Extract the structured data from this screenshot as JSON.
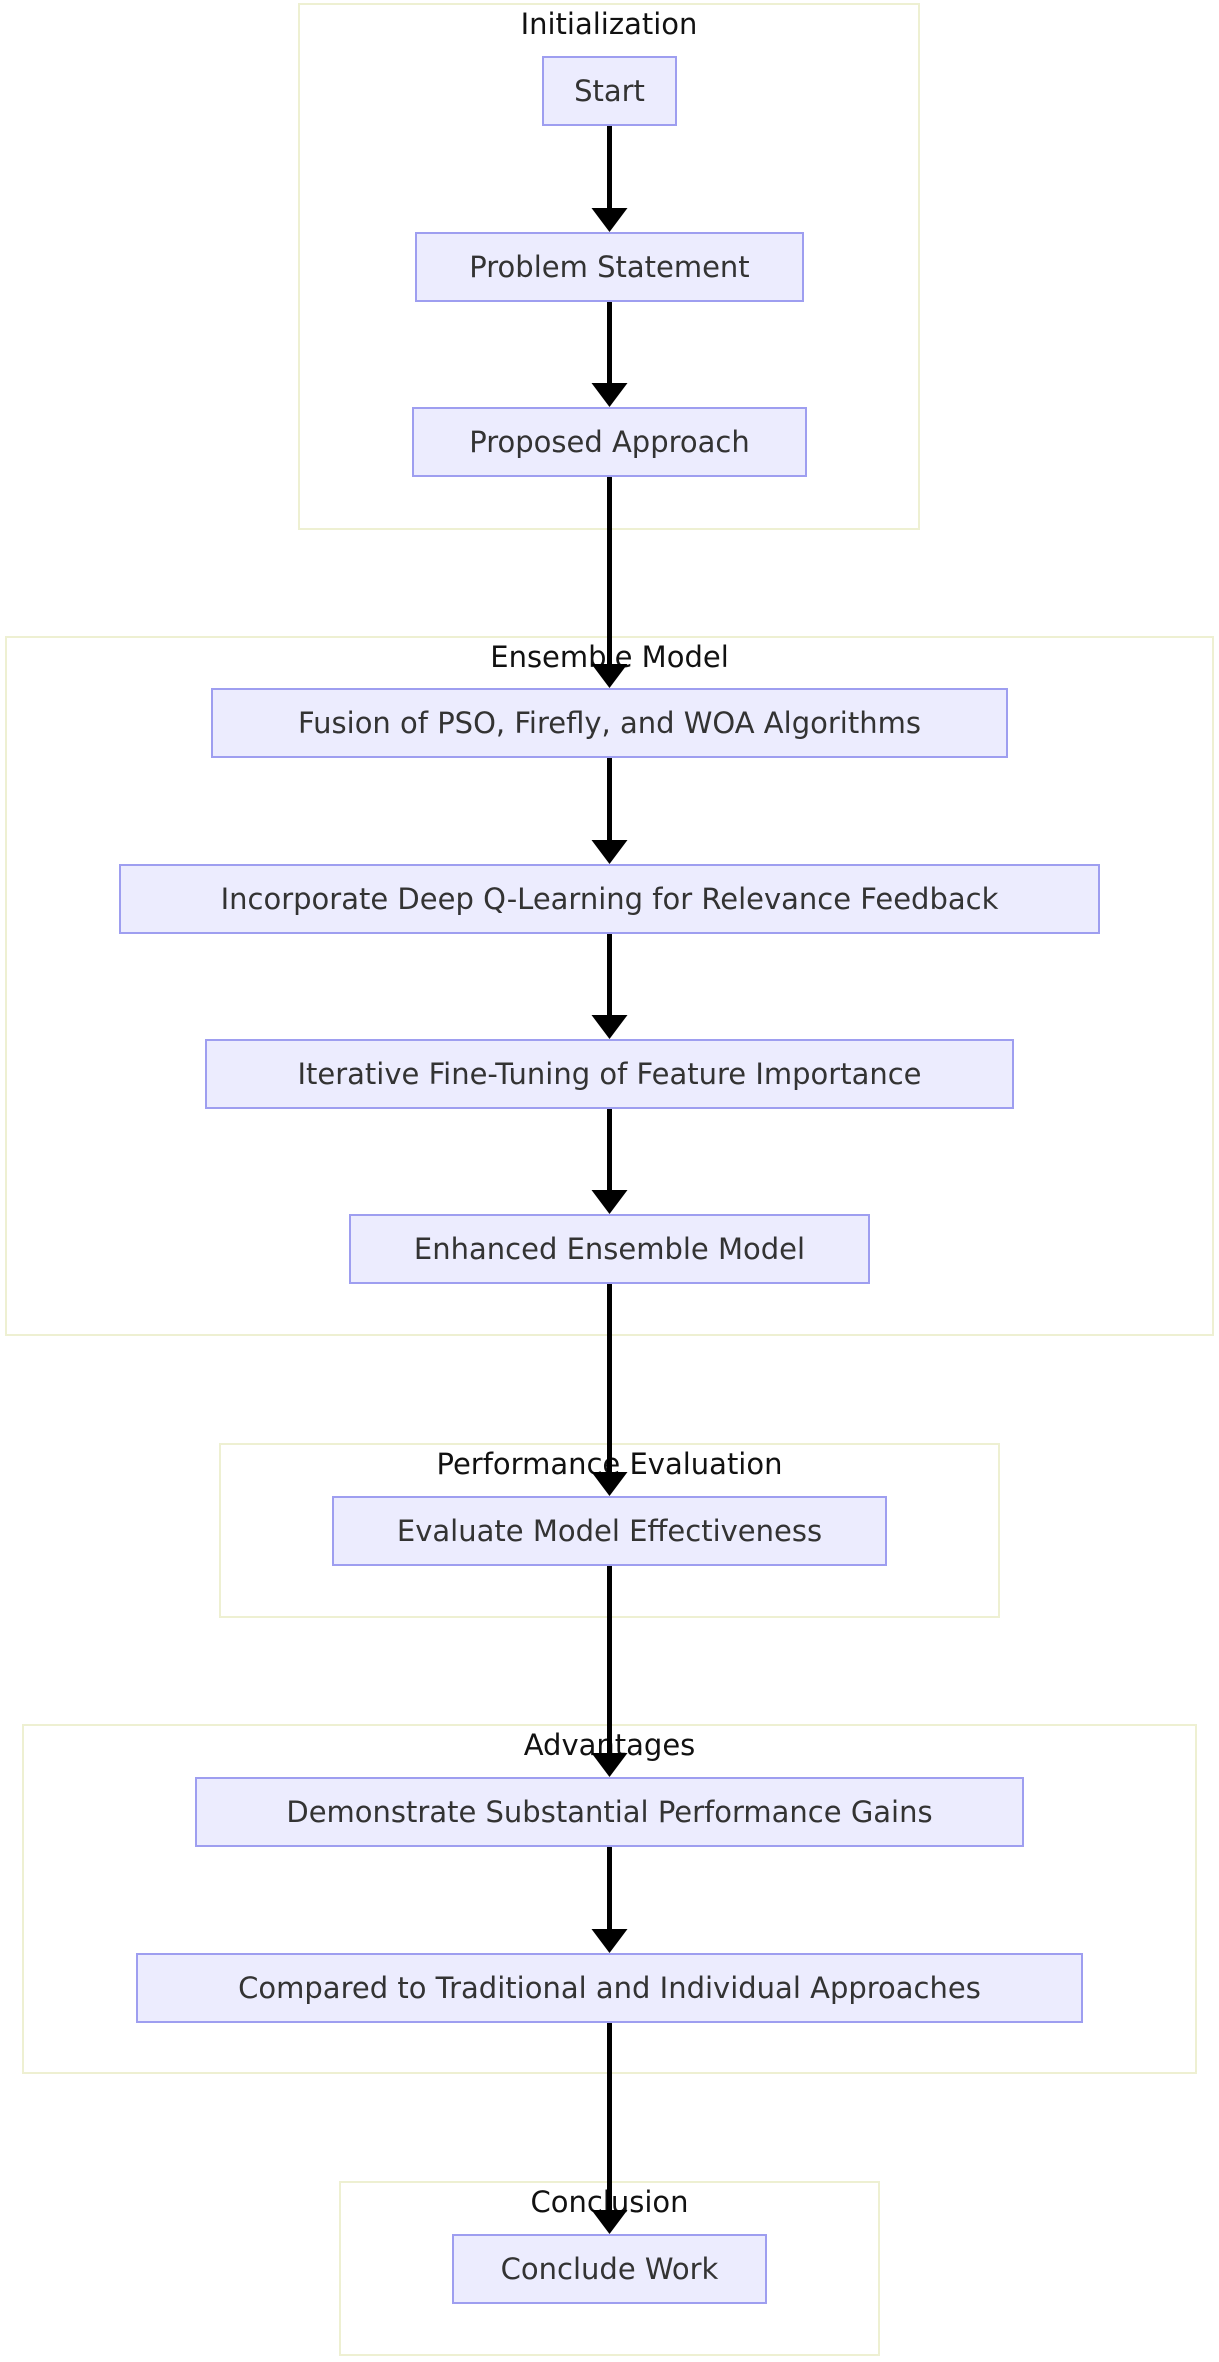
{
  "clusters": {
    "initialization": "Initialization",
    "ensemble": "Ensemble Model",
    "evaluation": "Performance Evaluation",
    "advantages": "Advantages",
    "conclusion": "Conclusion"
  },
  "nodes": {
    "start": "Start",
    "problem": "Problem Statement",
    "proposed": "Proposed Approach",
    "fusion": "Fusion of PSO, Firefly, and WOA Algorithms",
    "dql": "Incorporate Deep Q-Learning for Relevance Feedback",
    "finetune": "Iterative Fine-Tuning of Feature Importance",
    "enhanced": "Enhanced Ensemble Model",
    "evaluate": "Evaluate Model Effectiveness",
    "demonstrate": "Demonstrate Substantial Performance Gains",
    "compared": "Compared to Traditional and Individual Approaches",
    "conclude": "Conclude Work"
  },
  "edges": [
    [
      "start",
      "problem"
    ],
    [
      "problem",
      "proposed"
    ],
    [
      "proposed",
      "fusion"
    ],
    [
      "fusion",
      "dql"
    ],
    [
      "dql",
      "finetune"
    ],
    [
      "finetune",
      "enhanced"
    ],
    [
      "enhanced",
      "evaluate"
    ],
    [
      "evaluate",
      "demonstrate"
    ],
    [
      "demonstrate",
      "compared"
    ],
    [
      "compared",
      "conclude"
    ]
  ],
  "colors": {
    "node_fill": "#ececfe",
    "node_border": "#9e9ef0",
    "cluster_border": "#eef0d2",
    "edge": "#000000"
  }
}
